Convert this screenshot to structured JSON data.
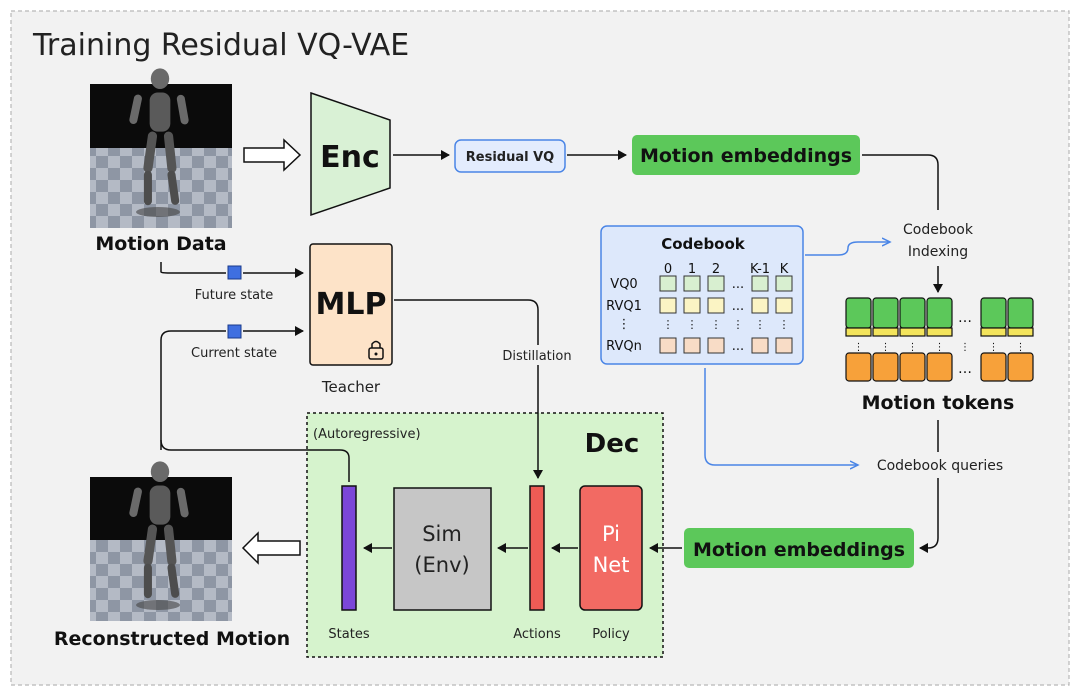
{
  "title": "Training Residual VQ-VAE",
  "motion_data_label": "Motion Data",
  "reconstructed_label": "Reconstructed Motion",
  "encoder_label": "Enc",
  "residual_vq_label": "Residual VQ",
  "motion_embeddings_top": "Motion embeddings",
  "motion_embeddings_bottom": "Motion embeddings",
  "codebook_indexing_line1": "Codebook",
  "codebook_indexing_line2": "Indexing",
  "codebook_queries": "Codebook queries",
  "future_state": "Future state",
  "current_state": "Current state",
  "mlp_label": "MLP",
  "teacher_label": "Teacher",
  "distillation_label": "Distillation",
  "codebook": {
    "title": "Codebook",
    "columns": [
      "0",
      "1",
      "2",
      "K-1",
      "K"
    ],
    "rows": [
      "VQ0",
      "RVQ1",
      "⋮",
      "RVQn"
    ],
    "ellipsis": "..."
  },
  "motion_tokens_label": "Motion tokens",
  "dec_label": "Dec",
  "autoregressive_label": "(Autoregressive)",
  "sim_line1": "Sim",
  "sim_line2": "(Env)",
  "pi_line1": "Pi",
  "pi_line2": "Net",
  "states_label": "States",
  "actions_label": "Actions",
  "policy_label": "Policy",
  "colors": {
    "green": "#5cc85a",
    "enc_fill": "#d9f1d5",
    "mlp_fill": "#fde3c8",
    "codebook_fill": "#dde8fb",
    "blue_accent": "#4a85e6",
    "dec_fill": "#d6f3cd",
    "states_bar": "#7b47d8",
    "actions_bar": "#ee5b55",
    "policy_fill": "#f26a63",
    "sim_fill": "#c6c6c6",
    "token_orange": "#f7a13a",
    "token_green": "#5cc85a"
  }
}
